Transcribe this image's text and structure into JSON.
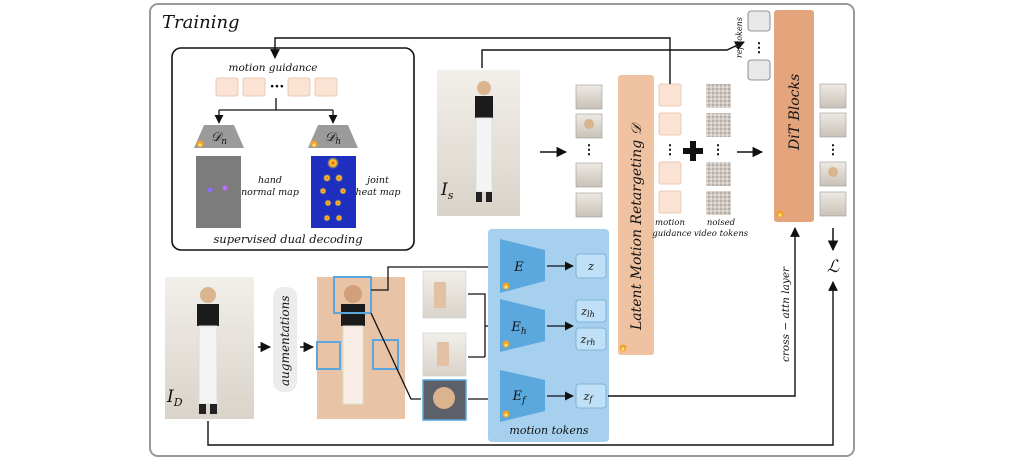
{
  "title": "Training",
  "motion_guidance_label": "motion guidance",
  "decoder_n": "𝒟",
  "decoder_n_sub": "n",
  "decoder_h": "𝒟",
  "decoder_h_sub": "h",
  "hand_map_line1": "hand",
  "hand_map_line2": "normal map",
  "heat_map_line1": "joint",
  "heat_map_line2": "heat map",
  "dual_decoding_label": "supervised dual decoding",
  "source_image_label": "I",
  "source_image_sub": "s",
  "driving_image_label": "I",
  "driving_image_sub": "D",
  "augmentations_label": "augmentations",
  "encoder_E": "E",
  "encoder_Eh": "E",
  "encoder_Eh_sub": "h",
  "encoder_Ef": "E",
  "encoder_Ef_sub": "f",
  "token_z": "z",
  "token_zlh": "z",
  "token_zlh_sub": "lh",
  "token_zrh": "z",
  "token_zrh_sub": "rh",
  "token_zf": "z",
  "token_zf_sub": "f",
  "motion_tokens_label": "motion tokens",
  "retargeting_label": "Latent Motion Retargeting 𝒟",
  "motion_guidance_col_line1": "motion",
  "motion_guidance_col_line2": "guidance",
  "noised_tokens_line1": "noised",
  "noised_tokens_line2": "video tokens",
  "ref_tokens_label": "ref tokens",
  "dit_label": "DiT Blocks",
  "cross_attn_label": "cross − attn layer",
  "loss_label": "ℒ",
  "colors": {
    "retarget": "#efc3a2",
    "dit": "#e4a47c",
    "motion_panel": "#a7d0ee",
    "encoder": "#5ba8df",
    "token": "#bfe0f6",
    "guidance_token": "#fbe3d3",
    "decoder": "#9b9b9b"
  }
}
